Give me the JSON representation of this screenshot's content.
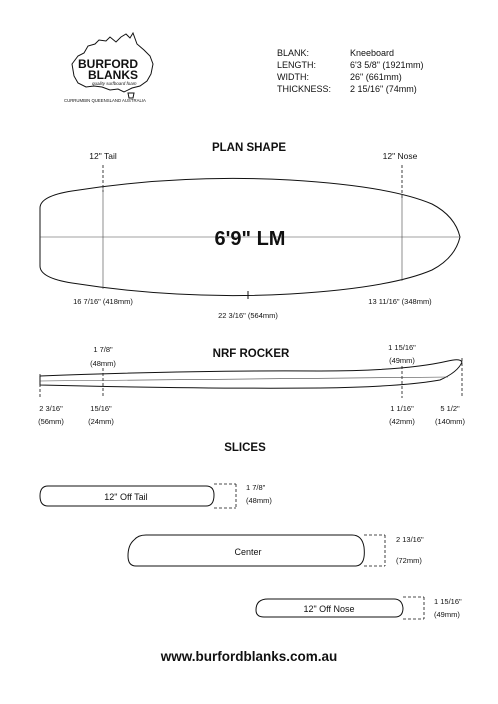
{
  "logo": {
    "name_line1": "BURFORD",
    "name_line2": "BLANKS",
    "tagline": "quality surfboard foam",
    "location": "CURRUMBIN QUEENSLAND AUSTRALIA"
  },
  "specs": [
    {
      "label": "BLANK:",
      "value": "Kneeboard"
    },
    {
      "label": "LENGTH:",
      "value": "6'3 5/8\" (1921mm)"
    },
    {
      "label": "WIDTH:",
      "value": "26\" (661mm)"
    },
    {
      "label": "THICKNESS:",
      "value": "2 15/16\" (74mm)"
    }
  ],
  "plan_shape": {
    "title": "PLAN SHAPE",
    "tail_marker": "12\" Tail",
    "nose_marker": "12\" Nose",
    "model": "6'9\" LM",
    "tail_width": "16 7/16\" (418mm)",
    "center_width": "22 3/16\" (564mm)",
    "nose_width": "13 11/16\" (348mm)"
  },
  "rocker": {
    "title": "NRF  ROCKER",
    "tail_end_in": "2 3/16\"",
    "tail_end_mm": "(56mm)",
    "tail_12_in": "15/16\"",
    "tail_12_mm": "(24mm)",
    "tail_12_thick_in": "1 7/8\"",
    "tail_12_thick_mm": "(48mm)",
    "nose_12_thick_in": "1 15/16\"",
    "nose_12_thick_mm": "(49mm)",
    "nose_12_in": "1  1/16\"",
    "nose_12_mm": "(42mm)",
    "nose_end_in": "5 1/2\"",
    "nose_end_mm": "(140mm)"
  },
  "slices": {
    "title": "SLICES",
    "items": [
      {
        "label": "12\" Off Tail",
        "thick_in": "1 7/8\"",
        "thick_mm": "(48mm)"
      },
      {
        "label": "Center",
        "thick_in": "2  13/16\"",
        "thick_mm": "(72mm)"
      },
      {
        "label": "12\" Off Nose",
        "thick_in": "1 15/16\"",
        "thick_mm": "(49mm)"
      }
    ]
  },
  "footer": {
    "url": "www.burfordblanks.com.au"
  }
}
